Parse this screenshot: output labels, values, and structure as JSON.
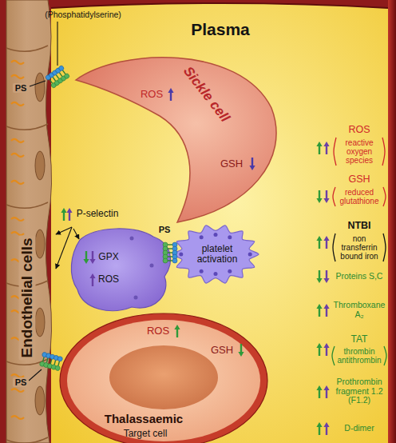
{
  "diagram": {
    "nodes": [
      {
        "text": [
          "Endothelial cells"
        ]
      },
      {
        "text": [
          "ROS",
          "Sickle cell",
          "GSH"
        ]
      },
      {
        "text": [
          "GPX",
          "ROS"
        ]
      },
      {
        "text": [
          "platelet activation"
        ]
      },
      {
        "text": [
          "ROS",
          "GSH",
          "Thalassaemic",
          "Target cell"
        ]
      }
    ],
    "labels": [
      "Plasma",
      "(Phosphatidylserine)",
      "PS",
      "P-selectin",
      "PS",
      "PS",
      "ROS",
      "reactive oxygen species",
      "GSH",
      "reduced glutathione",
      "NTBI",
      "non transferrin bound iron",
      "Proteins S,C",
      "Thromboxane A₂",
      "TAT",
      "thrombin antithrombin",
      "Prothrombin fragment 1.2 (F1.2)",
      "D-dimer"
    ]
  }
}
